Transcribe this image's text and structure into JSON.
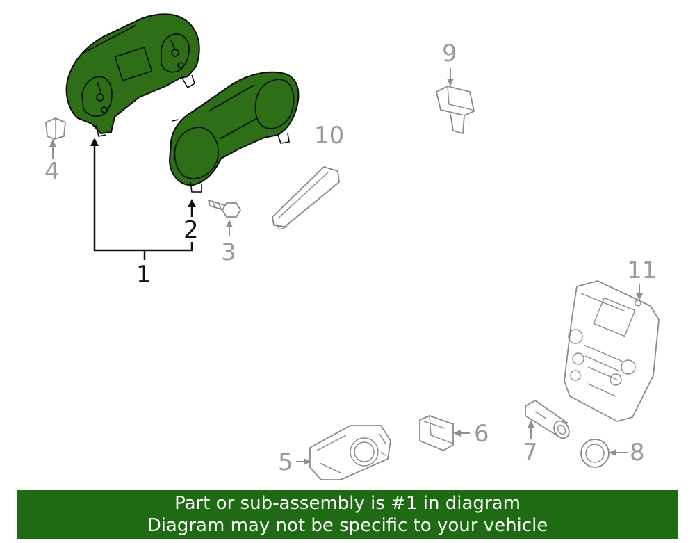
{
  "callouts": {
    "c1": "1",
    "c2": "2",
    "c3": "3",
    "c4": "4",
    "c5": "5",
    "c6": "6",
    "c7": "7",
    "c8": "8",
    "c9": "9",
    "c10": "10",
    "c11": "11"
  },
  "footer": {
    "line1": "Part or sub-assembly is #1 in diagram",
    "line2": "Diagram may not be specific to your vehicle"
  },
  "colors": {
    "highlight": "#2e6e17",
    "banner": "#1e6b14",
    "dim_part": "#8a8a8a"
  }
}
